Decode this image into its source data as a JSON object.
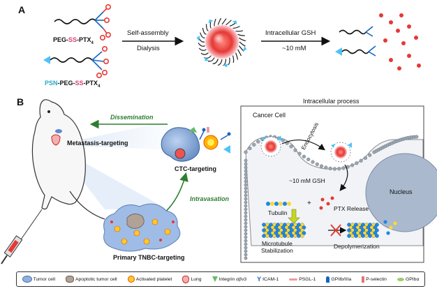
{
  "panel_a": {
    "label": "A",
    "molecule1": {
      "prefix": "PEG-",
      "ss": "SS",
      "mid": "-PTX",
      "sub": "4"
    },
    "molecule2": {
      "psn": "PSN",
      "prefix": "-PEG-",
      "ss": "SS",
      "mid": "-PTX",
      "sub": "4"
    },
    "arrow1": {
      "top": "Self-assembly",
      "bottom": "Dialysis"
    },
    "arrow2": {
      "top": "Intracellular GSH",
      "bottom": "~10 mM"
    }
  },
  "panel_b": {
    "label": "B",
    "dissemination": "Dissemination",
    "metastasis": "Metastasis-targeting",
    "ctc": "CTC-targeting",
    "intravasation": "Intravasation",
    "primary": "Primary TNBC-targeting",
    "intracellular_title": "Intracellular process",
    "cancer_cell": "Cancer Cell",
    "endocytosis": "Endocytosis",
    "gsh": "~10 mM GSH",
    "nucleus": "Nucleus",
    "tubulin": "Tubulin",
    "plus": "+",
    "ptx_release": "PTX Release",
    "microtubule": "Microtubule\nStabilization",
    "depolymerization": "Depolymerization"
  },
  "legend": [
    {
      "label": "Tumor cell",
      "icon": "tumor-cell-icon"
    },
    {
      "label": "Apoptotic tumor cell",
      "icon": "apoptotic-cell-icon"
    },
    {
      "label": "Activated platelet",
      "icon": "platelet-icon"
    },
    {
      "label": "Lung",
      "icon": "lung-icon"
    },
    {
      "label": "Integrin αβν3",
      "icon": "integrin-icon"
    },
    {
      "label": "ICAM-1",
      "icon": "icam-icon"
    },
    {
      "label": "PSGL-1",
      "icon": "psgl-icon"
    },
    {
      "label": "GPIIb/IIIa",
      "icon": "gpiib-icon"
    },
    {
      "label": "P-selectin",
      "icon": "p-selectin-icon"
    },
    {
      "label": "GPIbα",
      "icon": "gpib-icon"
    }
  ],
  "colors": {
    "ss": "#d9407a",
    "psn": "#2aa6c8",
    "arrow_green": "#2e7d32",
    "micelle": "#ef5350"
  }
}
